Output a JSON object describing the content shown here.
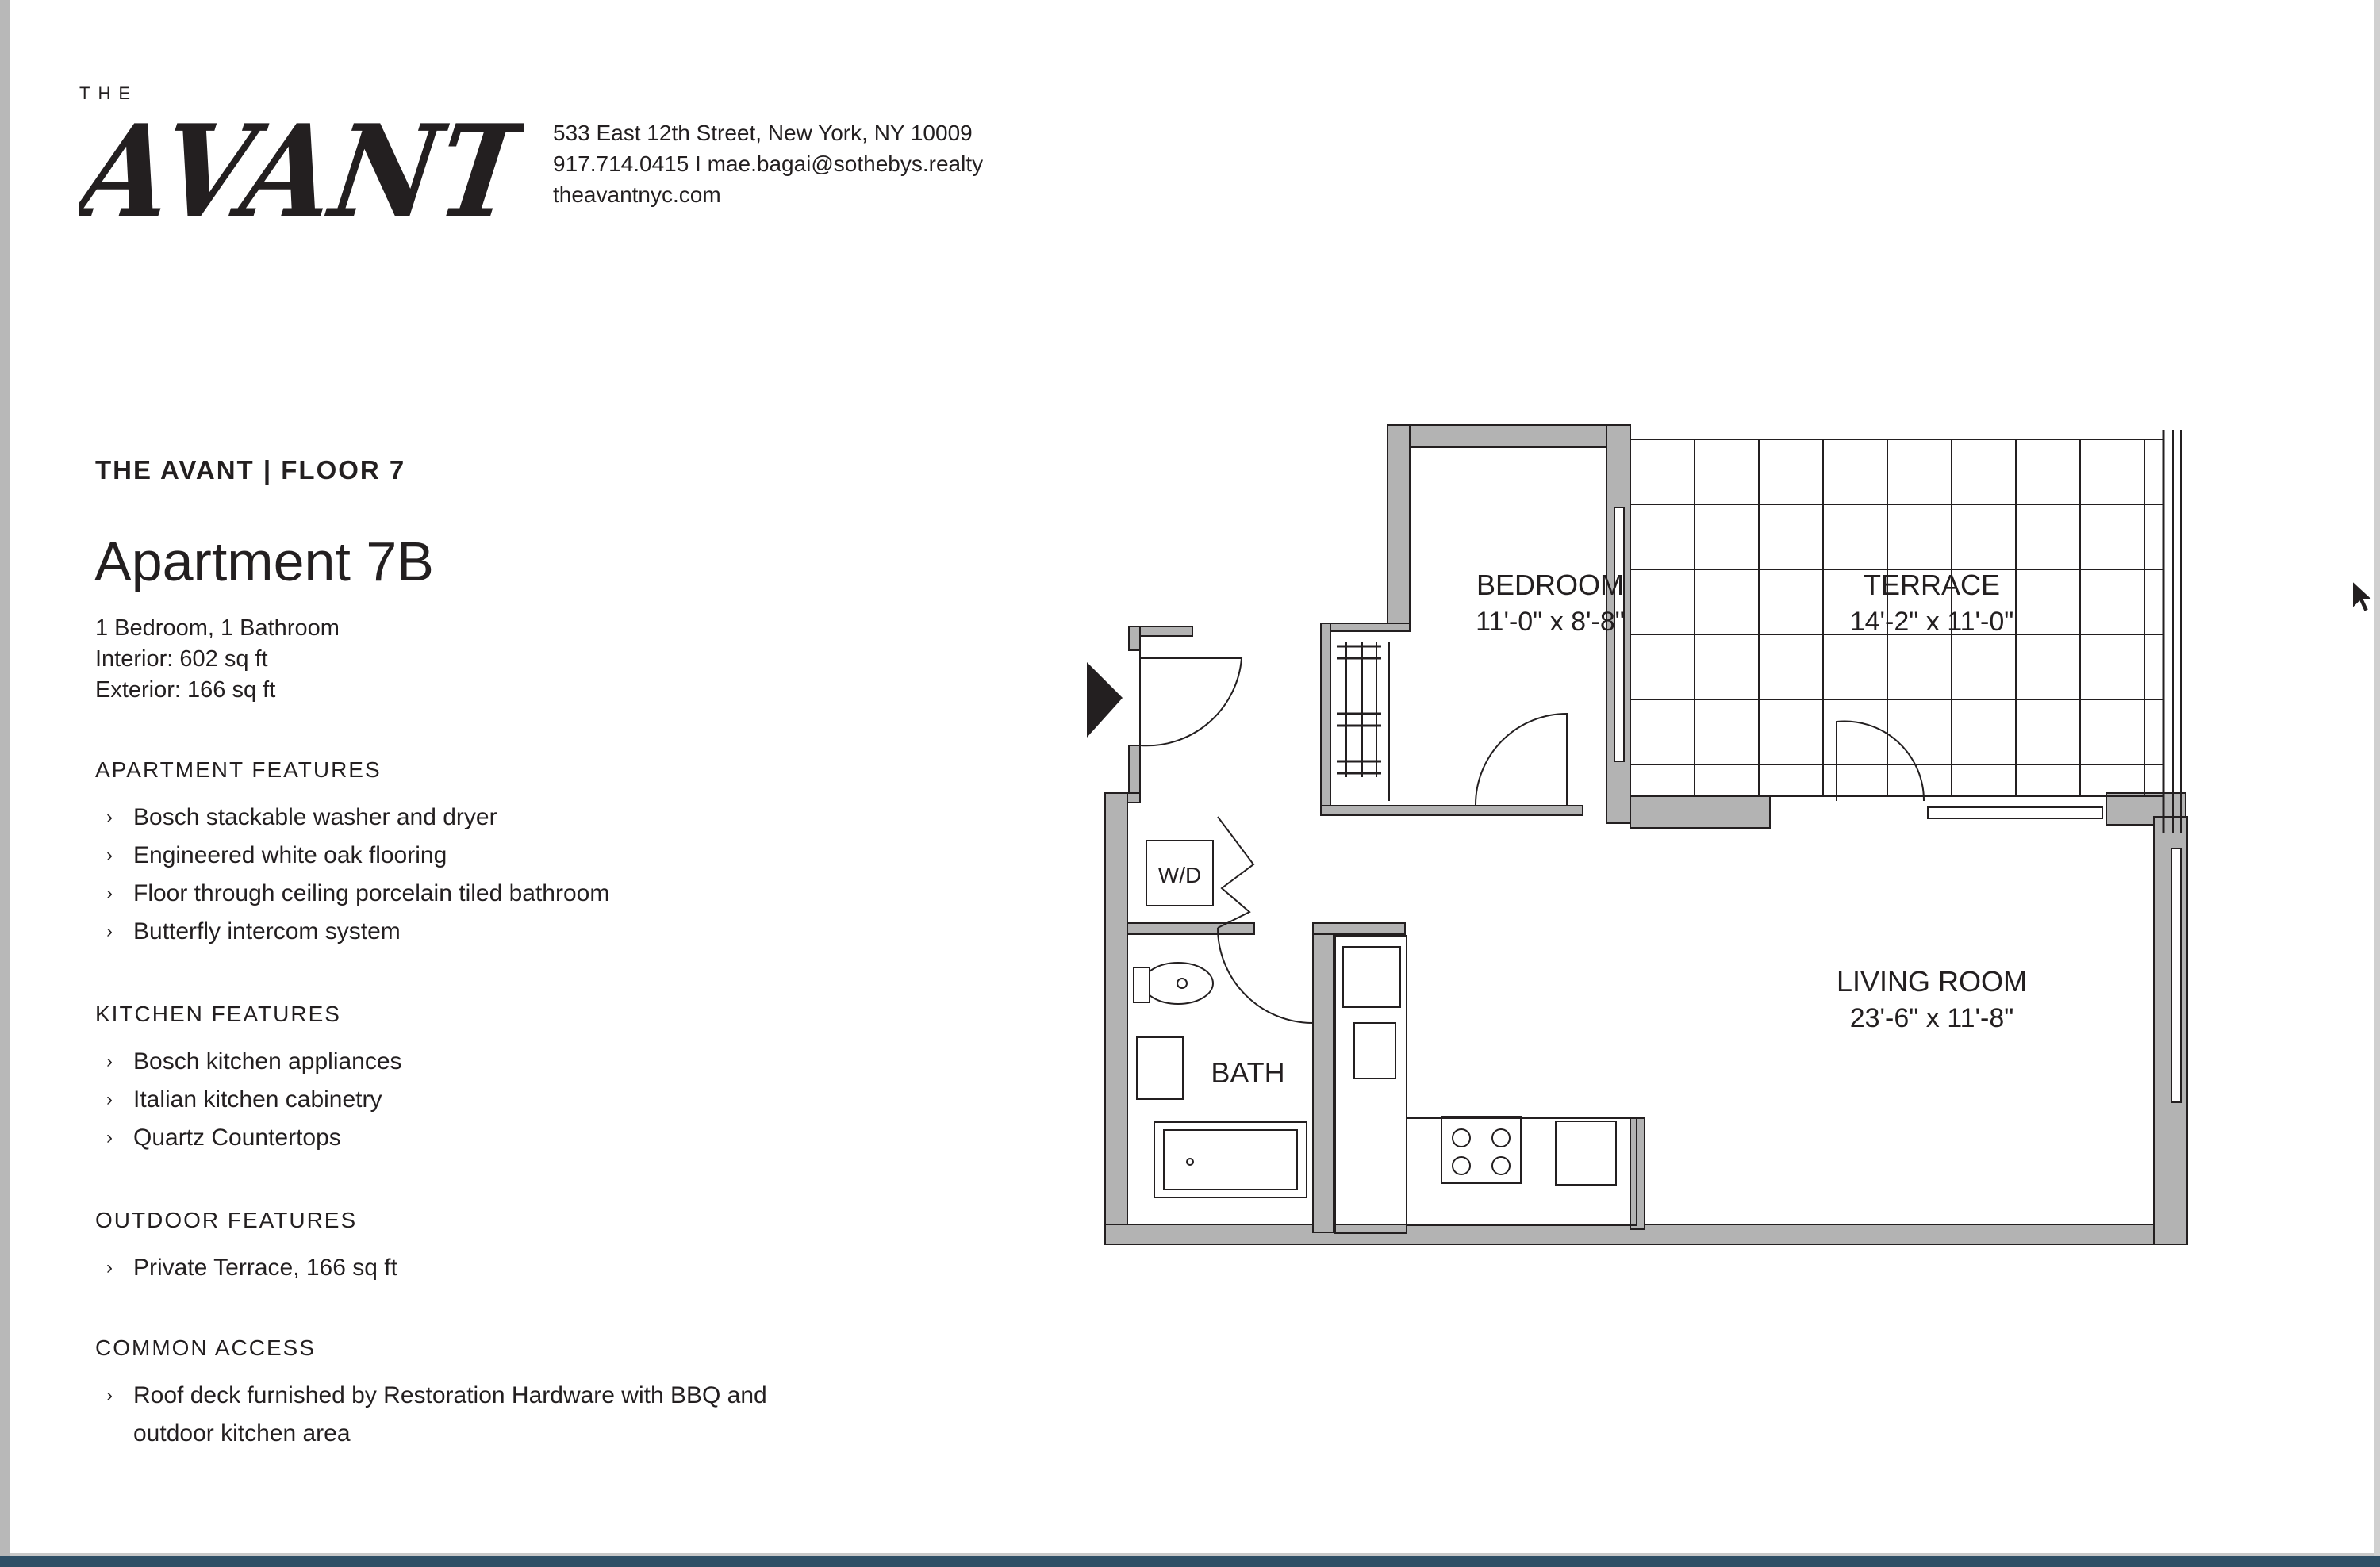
{
  "brand": {
    "prefix": "THE",
    "name": "AVANT"
  },
  "contact": {
    "address": "533 East 12th Street, New York, NY 10009",
    "phone_email": "917.714.0415 I mae.bagai@sothebys.realty",
    "website": "theavantnyc.com"
  },
  "listing": {
    "floor_heading": "THE AVANT | FLOOR 7",
    "title": "Apartment 7B",
    "rooms": "1 Bedroom, 1 Bathroom",
    "interior": "Interior: 602 sq ft",
    "exterior": "Exterior: 166 sq ft"
  },
  "sections": [
    {
      "title": "APARTMENT FEATURES",
      "items": [
        "Bosch stackable washer and dryer",
        "Engineered white oak flooring",
        "Floor through ceiling porcelain tiled bathroom",
        "Butterfly intercom system"
      ]
    },
    {
      "title": "KITCHEN FEATURES",
      "items": [
        "Bosch kitchen appliances",
        "Italian kitchen cabinetry",
        "Quartz Countertops"
      ]
    },
    {
      "title": "OUTDOOR FEATURES",
      "items": [
        "Private Terrace, 166 sq ft"
      ]
    },
    {
      "title": "COMMON ACCESS",
      "items": [
        "Roof deck furnished by Restoration Hardware with BBQ and outdoor kitchen area"
      ]
    }
  ],
  "bullet_glyph": "›",
  "floorplan": {
    "rooms": {
      "bedroom": {
        "name": "BEDROOM",
        "dims": "11'-0\" x 8'-8\""
      },
      "terrace": {
        "name": "TERRACE",
        "dims": "14'-2\" x 11'-0\""
      },
      "living": {
        "name": "LIVING ROOM",
        "dims": "23'-6\" x 11'-8\""
      },
      "bath": {
        "name": "BATH"
      },
      "wd": {
        "name": "W/D"
      }
    },
    "wall_color": "#b3b3b3",
    "line_color": "#231f20"
  }
}
